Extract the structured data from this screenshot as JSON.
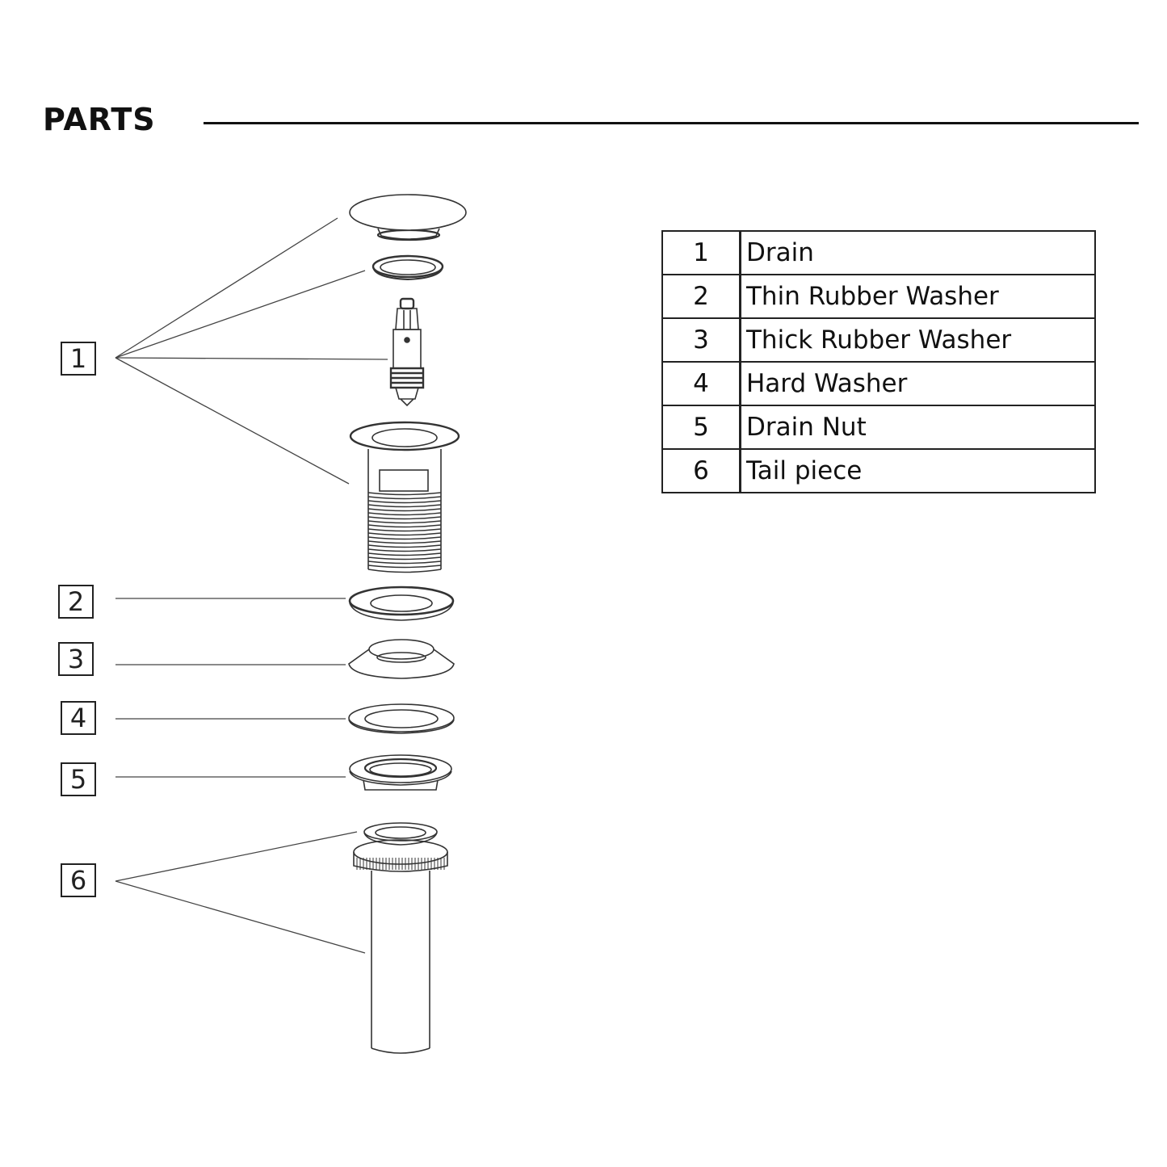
{
  "header": {
    "title": "PARTS"
  },
  "callouts": [
    {
      "number": "1"
    },
    {
      "number": "2"
    },
    {
      "number": "3"
    },
    {
      "number": "4"
    },
    {
      "number": "5"
    },
    {
      "number": "6"
    }
  ],
  "parts_table": {
    "rows": [
      {
        "number": "1",
        "name": "Drain"
      },
      {
        "number": "2",
        "name": "Thin Rubber Washer"
      },
      {
        "number": "3",
        "name": "Thick Rubber Washer"
      },
      {
        "number": "4",
        "name": "Hard Washer"
      },
      {
        "number": "5",
        "name": "Drain Nut"
      },
      {
        "number": "6",
        "name": "Tail piece"
      }
    ]
  },
  "components": [
    "drain-cap",
    "cap-seal-ring",
    "pop-up-cartridge",
    "drain-body",
    "thin-rubber-washer",
    "thick-rubber-washer",
    "hard-washer",
    "drain-nut",
    "tail-piece-washer",
    "tail-piece"
  ]
}
